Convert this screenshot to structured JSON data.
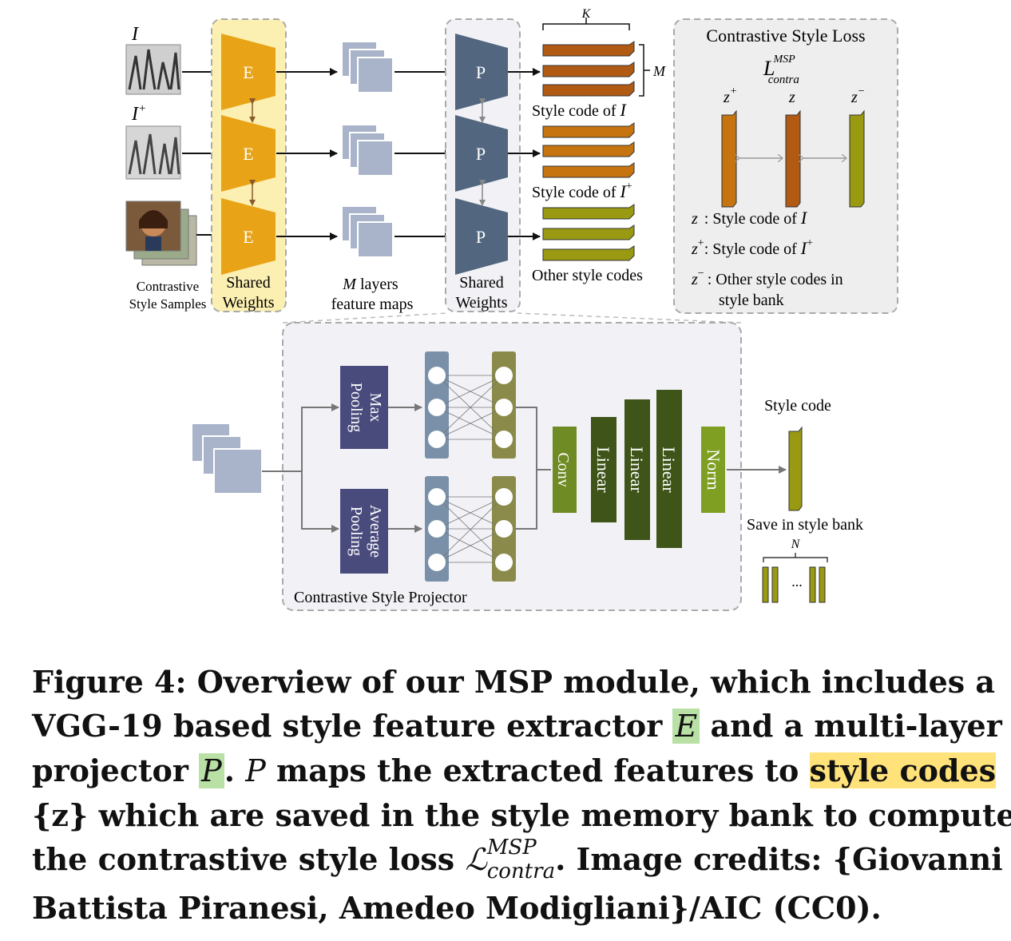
{
  "top": {
    "input_labels": {
      "i": "I",
      "i_plus_base": "I",
      "i_plus_sup": "+"
    },
    "contrastive_samples_line1": "Contrastive",
    "contrastive_samples_line2": "Style Samples",
    "encoder_label": "E",
    "encoder_shared_line1": "Shared",
    "encoder_shared_line2": "Weights",
    "feature_maps_line1_italic": "M",
    "feature_maps_line1_rest": " layers",
    "feature_maps_line2": "feature maps",
    "projector_label": "P",
    "projector_shared_line1": "Shared",
    "projector_shared_line2": "Weights",
    "K_label": "K",
    "M_label": "M",
    "style_code_i": "Style code of ",
    "style_code_i_var": "I",
    "style_code_iplus": "Style code of ",
    "style_code_iplus_var": "I",
    "style_code_iplus_sup": "+",
    "other_style_codes": "Other style codes"
  },
  "loss_panel": {
    "title": "Contrastive Style Loss",
    "symbol_base": "L",
    "symbol_sup": "MSP",
    "symbol_sub": "contra",
    "z_plus": "z",
    "z_plus_sup": "+",
    "z": "z",
    "z_minus": "z",
    "z_minus_sup": "−",
    "legend_z": ": Style code of ",
    "legend_z_var": "I",
    "legend_zplus": ": Style code of ",
    "legend_zplus_var": "I",
    "legend_zplus_sup": "+",
    "legend_zminus_line1": ": Other style codes in",
    "legend_zminus_line2": "style bank"
  },
  "projector_panel": {
    "title": "Contrastive Style Projector",
    "max_pooling": [
      "Max",
      "Pooling"
    ],
    "avg_pooling": [
      "Average",
      "Pooling"
    ],
    "conv": "Conv",
    "linear": "Linear",
    "norm": "Norm",
    "style_code": "Style code",
    "save_bank": "Save in style bank",
    "N_label": "N",
    "ellipsis": "..."
  },
  "colors": {
    "encoder": "#e8a317",
    "encoder_bg": "#fbf0b2",
    "projector": "#52677f",
    "feature": "#a9b4ca",
    "code_orange": "#b15a14",
    "code_dark_orange": "#c57410",
    "code_olive": "#9a9a12",
    "pool": "#4a4b7d",
    "node_col_blue": "#7990a8",
    "node_col_olive": "#8a8a4a",
    "conv": "#6f8b23",
    "linear_dark": "#3e5418",
    "norm": "#7e9f22"
  },
  "caption": {
    "l1": "Figure 4: Overview of our MSP module, which includes a",
    "l2a": "VGG-19 based style feature extractor ",
    "l2E": "E",
    "l2b": " and a multi-layer",
    "l3a": "projector ",
    "l3P": "P",
    "l3b": ". ",
    "l3P2": "P",
    "l3c": " maps the extracted features to ",
    "l3hl": "style codes",
    "l4": "{z} which are saved in the style memory bank to compute",
    "l5a": "the contrastive style loss ",
    "l5L": "ℒ",
    "l5sup": "MSP",
    "l5sub": "contra",
    "l5b": ". Image credits: {Giovanni",
    "l6": "Battista Piranesi, Amedeo Modigliani}/AIC (CC0)."
  }
}
